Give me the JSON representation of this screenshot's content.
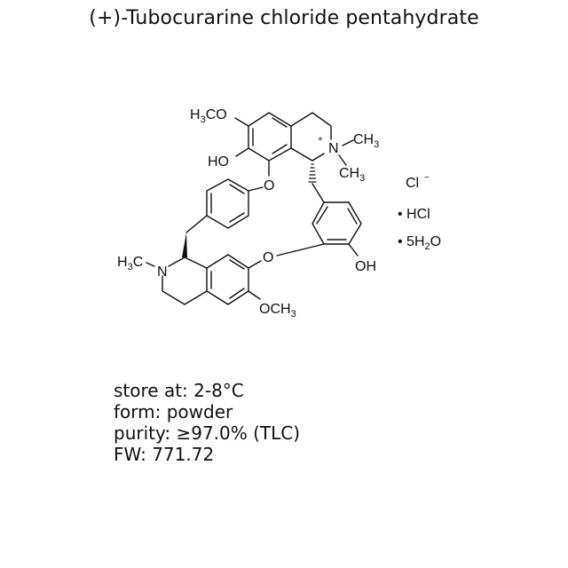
{
  "title": "(+)-Tubocurarine chloride pentahydrate",
  "structure": {
    "labels": {
      "h3co_top": "H3CO",
      "ho_top": "HO",
      "n_plus": "N",
      "plus": "+",
      "ch3_a": "CH3",
      "ch3_b": "CH3",
      "o_ether_top": "O",
      "h3c_n": "H3C",
      "n_lower": "N",
      "o_ether_mid": "O",
      "oh_right": "OH",
      "och3_bottom": "OCH3"
    },
    "counterions": {
      "chloride": "Cl",
      "chloride_charge": "−",
      "hcl": "• HCl",
      "water": "• 5H2O"
    }
  },
  "properties": [
    {
      "label": "store at:",
      "value": "2-8°C"
    },
    {
      "label": "form:",
      "value": "powder"
    },
    {
      "label": "purity:",
      "value": "≥97.0% (TLC)"
    },
    {
      "label": "FW:",
      "value": "771.72"
    }
  ],
  "properties_text": {
    "storage": "store at: 2-8°C",
    "form": "form: powder",
    "purity": "purity: ≥97.0% (TLC)",
    "fw": "FW: 771.72"
  }
}
